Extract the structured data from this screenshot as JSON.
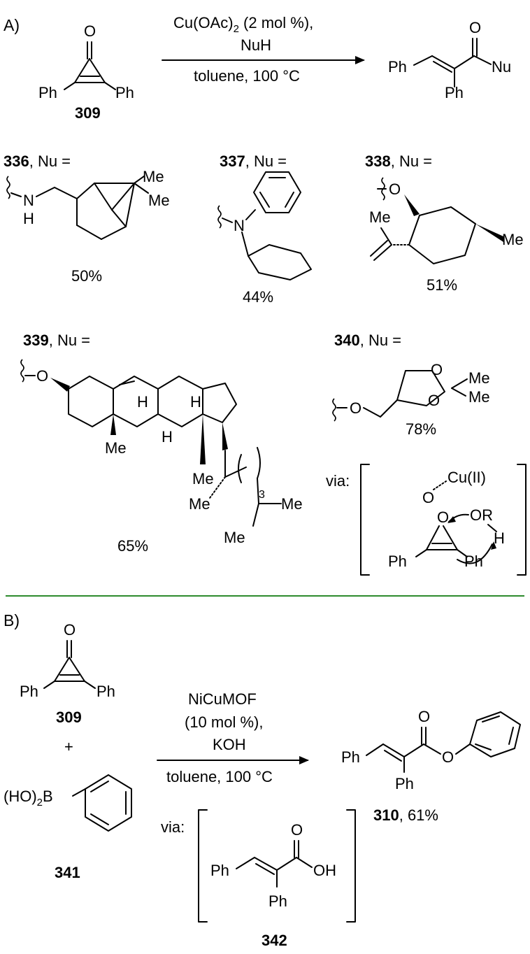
{
  "panel_a": {
    "label": "A)",
    "conditions": {
      "line1_pre": "Cu(OAc)",
      "line1_sub": "2",
      "line1_post": " (2 mol %),",
      "line2": "NuH",
      "line3": "toluene, 100 °C"
    },
    "reactant": {
      "atom_o": "O",
      "ph_left": "Ph",
      "ph_right": "Ph",
      "compound_number": "309"
    },
    "product": {
      "ph_top": "Ph",
      "ph_bottom": "Ph",
      "atom_o": "O",
      "nu": "Nu"
    },
    "examples": [
      {
        "id": "336",
        "suffix": ", Nu =",
        "yield": "50%",
        "atoms": [
          "N",
          "H",
          "Me",
          "Me"
        ]
      },
      {
        "id": "337",
        "suffix": ", Nu =",
        "yield": "44%",
        "atoms": [
          "N"
        ]
      },
      {
        "id": "338",
        "suffix": ", Nu =",
        "yield": "51%",
        "atoms": [
          "O",
          "Me",
          "Me"
        ]
      },
      {
        "id": "339",
        "suffix": ", Nu =",
        "yield": "65%",
        "atoms": [
          "O",
          "H",
          "H",
          "H",
          "Me",
          "Me",
          "Me",
          "3",
          "Me",
          "Me"
        ]
      },
      {
        "id": "340",
        "suffix": ", Nu =",
        "yield": "78%",
        "atoms": [
          "O",
          "O",
          "O",
          "Me",
          "Me"
        ]
      }
    ],
    "intermediate": {
      "via": "via:",
      "cu": "Cu(II)",
      "o": "O",
      "o2": "O",
      "or": "OR",
      "h": "H",
      "ph_left": "Ph",
      "ph_right": "Ph"
    }
  },
  "panel_b": {
    "label": "B)",
    "reactant1": {
      "atom_o": "O",
      "ph_left": "Ph",
      "ph_right": "Ph",
      "compound_number": "309"
    },
    "plus": "+",
    "reactant2": {
      "prefix": "(HO)",
      "sub": "2",
      "b": "B",
      "compound_number": "341"
    },
    "conditions": {
      "line1": "NiCuMOF",
      "line2": "(10 mol %),",
      "line3": "KOH",
      "line4": "toluene, 100 °C"
    },
    "product": {
      "ph_top": "Ph",
      "ph_bottom": "Ph",
      "atom_o1": "O",
      "atom_o2": "O",
      "compound_number": "310",
      "yield_text": ", 61%"
    },
    "intermediate": {
      "via": "via:",
      "ph_top": "Ph",
      "ph_bottom": "Ph",
      "o": "O",
      "oh": "OH",
      "compound_number": "342"
    }
  },
  "colors": {
    "divider": "#2e8b2e",
    "ink": "#000000"
  }
}
